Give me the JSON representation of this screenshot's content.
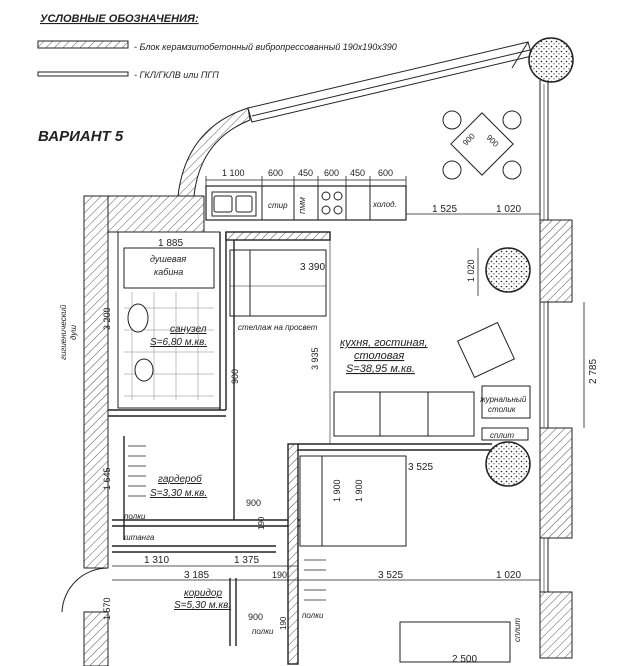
{
  "legend": {
    "title": "УСЛОВНЫЕ ОБОЗНАЧЕНИЯ:",
    "item_block": "- Блок керамзитобетонный вибропрессованный 190х190х390",
    "item_gkl": "- ГКЛ/ГКЛВ или ПГП"
  },
  "variant_title": "ВАРИАНТ 5",
  "rooms": {
    "shower_cabin": [
      "душевая",
      "кабина"
    ],
    "bathroom": [
      "санузел",
      "S=6,80 м.кв."
    ],
    "hygienic_shower": [
      "гигиенический",
      "душ"
    ],
    "wardrobe": [
      "гардероб",
      "S=3,30 м.кв."
    ],
    "corridor": [
      "коридор",
      "S=5,30 м.кв."
    ],
    "kitchen_living": [
      "кухня, гостиная,",
      "столовая",
      "S=38,95 м.кв."
    ],
    "coffee_table": [
      "журнальный",
      "столик"
    ]
  },
  "labels": {
    "stove": "стир",
    "dishwasher": "ПММ",
    "fridge": "холод.",
    "rack": "стеллаж на просвет",
    "shelves_1": "полки",
    "shelves_2": "полки",
    "shelves_3": "полки",
    "bar": "штанга",
    "split_1": "сплит",
    "split_2": "сплит"
  },
  "dimensions": {
    "kitchen_1100": "1 100",
    "kitchen_600a": "600",
    "kitchen_450a": "450",
    "kitchen_600b": "600",
    "kitchen_450b": "450",
    "kitchen_600c": "600",
    "d1525": "1 525",
    "d1020_top": "1 020",
    "d1885": "1 885",
    "d3390": "3 390",
    "d1020_v": "1 020",
    "d3200": "3 200",
    "d3935": "3 935",
    "d900_v": "900",
    "d2785": "2 785",
    "d3525_a": "3 525",
    "d1645": "1 645",
    "d900_h1": "900",
    "d1900_a": "1 900",
    "d1900_b": "1 900",
    "d190_a": "190",
    "d1310": "1 310",
    "d1375": "1 375",
    "d3185": "3 185",
    "d190_b": "190",
    "d3525_b": "3 525",
    "d1020_b": "1 020",
    "d1570": "1 570",
    "d900_h2": "900",
    "d190_c": "190",
    "d2500": "2 500",
    "d900_table_a": "900",
    "d900_table_b": "900"
  },
  "colors": {
    "line": "#222222",
    "hatch": "#555555"
  }
}
